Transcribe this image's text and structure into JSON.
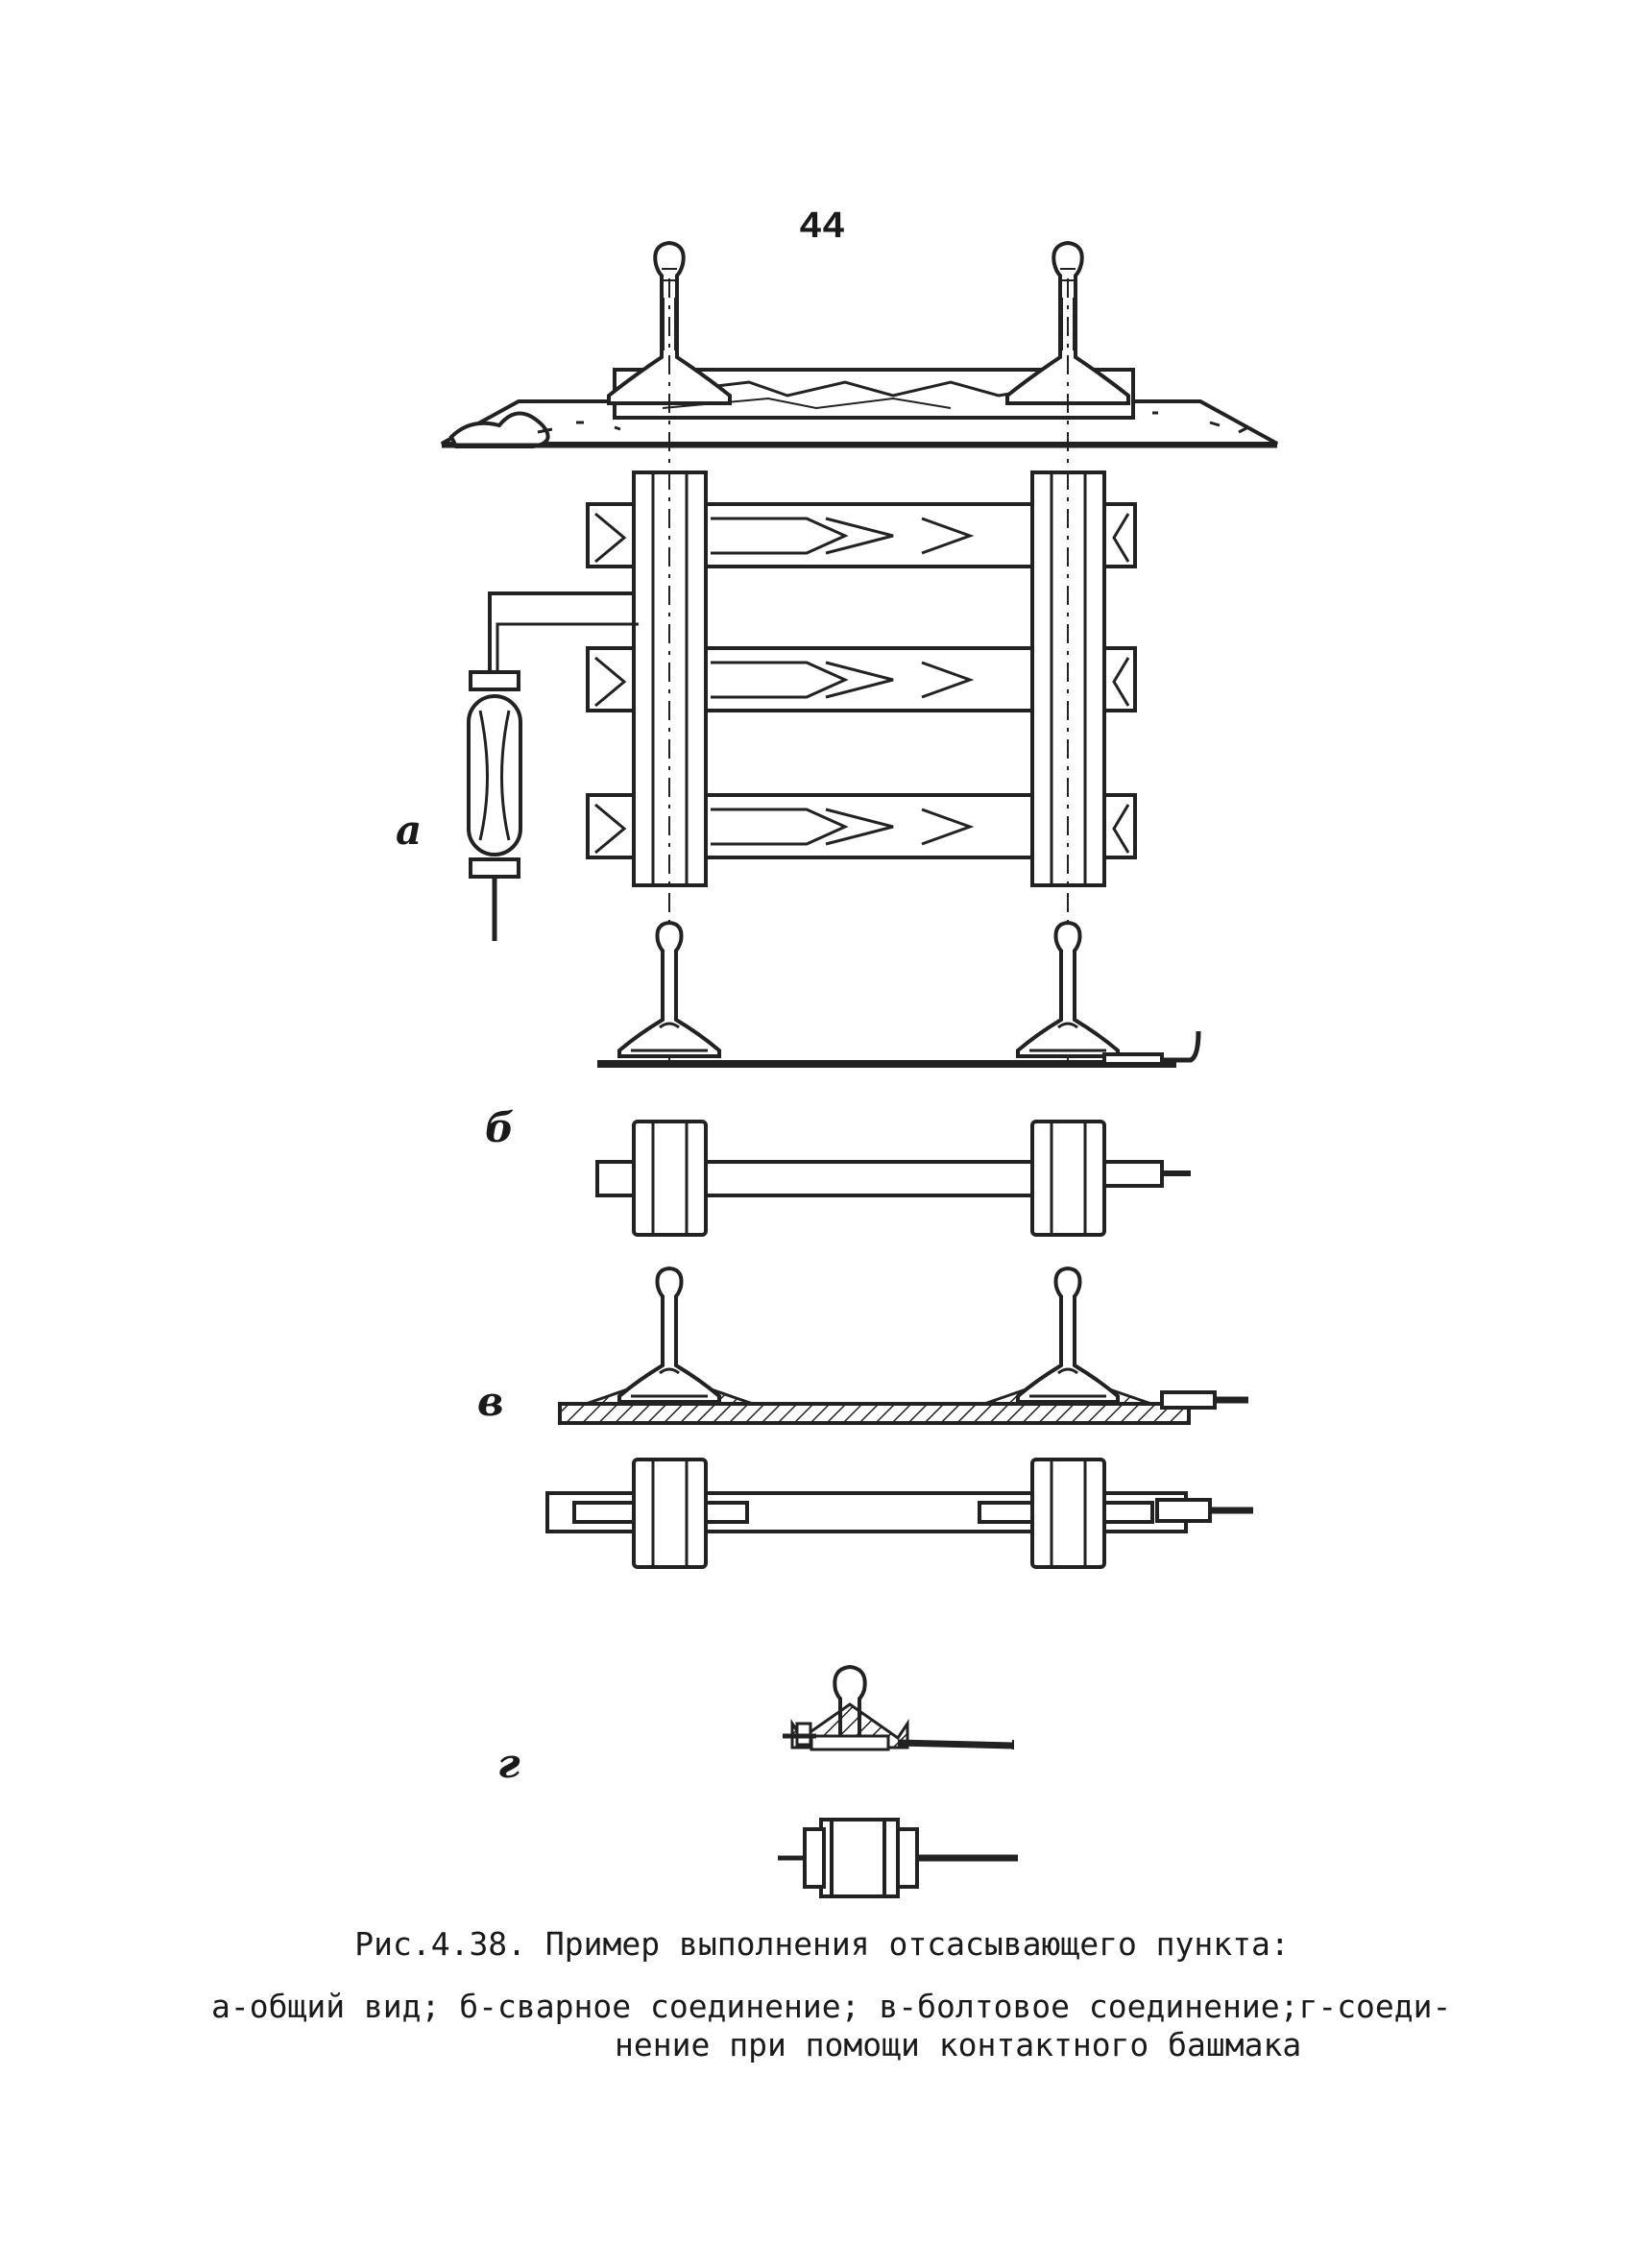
{
  "page_number": "44",
  "labels": {
    "a": "а",
    "b": "б",
    "v": "в",
    "g": "г"
  },
  "caption": {
    "title": "Рис.4.38. Пример выполнения отсасывающего пункта:",
    "line1": "а-общий вид; б-сварное соединение; в-болтовое соединение;г-соеди-",
    "line2": "нение при помощи контактного башмака"
  }
}
